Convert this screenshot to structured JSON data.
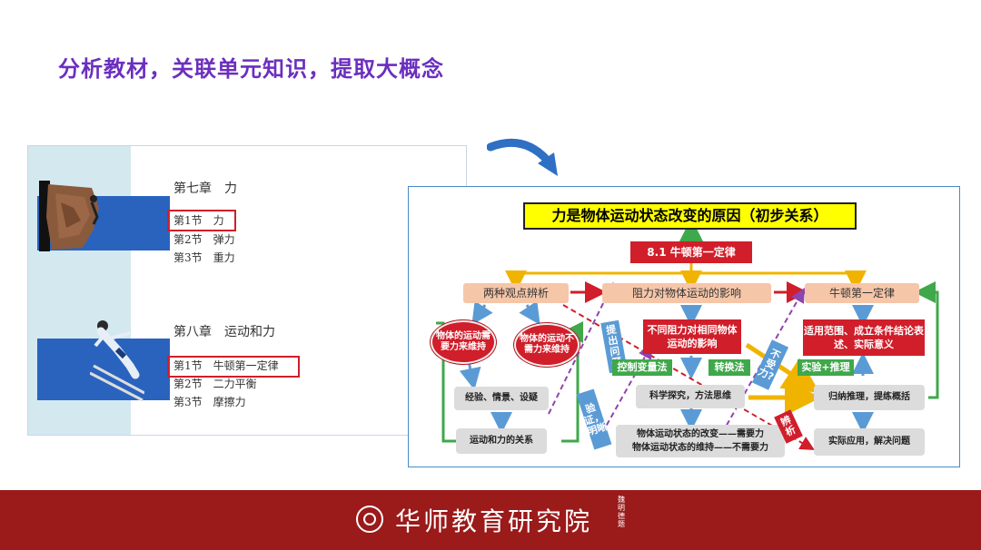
{
  "title": "分析教材，关联单元知识，提取大概念",
  "textbook": {
    "chapter7": {
      "title": "第七章　力",
      "sections": [
        "第1节　力",
        "第2节　弹力",
        "第3节　重力"
      ]
    },
    "chapter8": {
      "title": "第八章　运动和力",
      "sections": [
        "第1节　牛顿第一定律",
        "第2节　二力平衡",
        "第3节　摩擦力"
      ]
    }
  },
  "concept_map": {
    "main_title": "力是物体运动状态改变的原因（初步关系）",
    "lesson": "8.1 牛顿第一定律",
    "row1": [
      "两种观点辨析",
      "阻力对物体运动的影响",
      "牛顿第一定律"
    ],
    "ellipse1": "物体的运动需要力来维持",
    "ellipse2": "物体的运动不需力来维持",
    "experience": "经验、情景、设疑",
    "relation": "运动和力的关系",
    "label_raise": "提出问题",
    "label_verify": "验证，明晰",
    "red_mid": "不同阻力对相同物体运动的影响",
    "green_control": "控制变量法",
    "green_convert": "转换法",
    "inquiry": "科学探究，方法思维",
    "conclusion_line1": "物体运动状态的改变——需要力",
    "conclusion_line2": "物体运动状态的维持——不需要力",
    "label_noforce": "不受力?",
    "red_right": "适用范围、成立条件结论表述、实际意义",
    "green_experiment": "实验+推理",
    "induction": "归纳推理，提练概括",
    "application": "实际应用，解决问题",
    "label_distinguish": "辨析"
  },
  "footer": {
    "institute": "华师教育研究院",
    "signature": "魏明德题"
  },
  "colors": {
    "title": "#6b2fbf",
    "footer": "#9b1a1a",
    "accent_red": "#d01e2a",
    "accent_yellow": "#ffff00",
    "accent_green": "#3fa84a",
    "node_peach": "#f6c6a8",
    "node_gray": "#dcdcdc",
    "map_arrow_blue": "#5b9bd5",
    "arrow_gold": "#f0b400"
  }
}
